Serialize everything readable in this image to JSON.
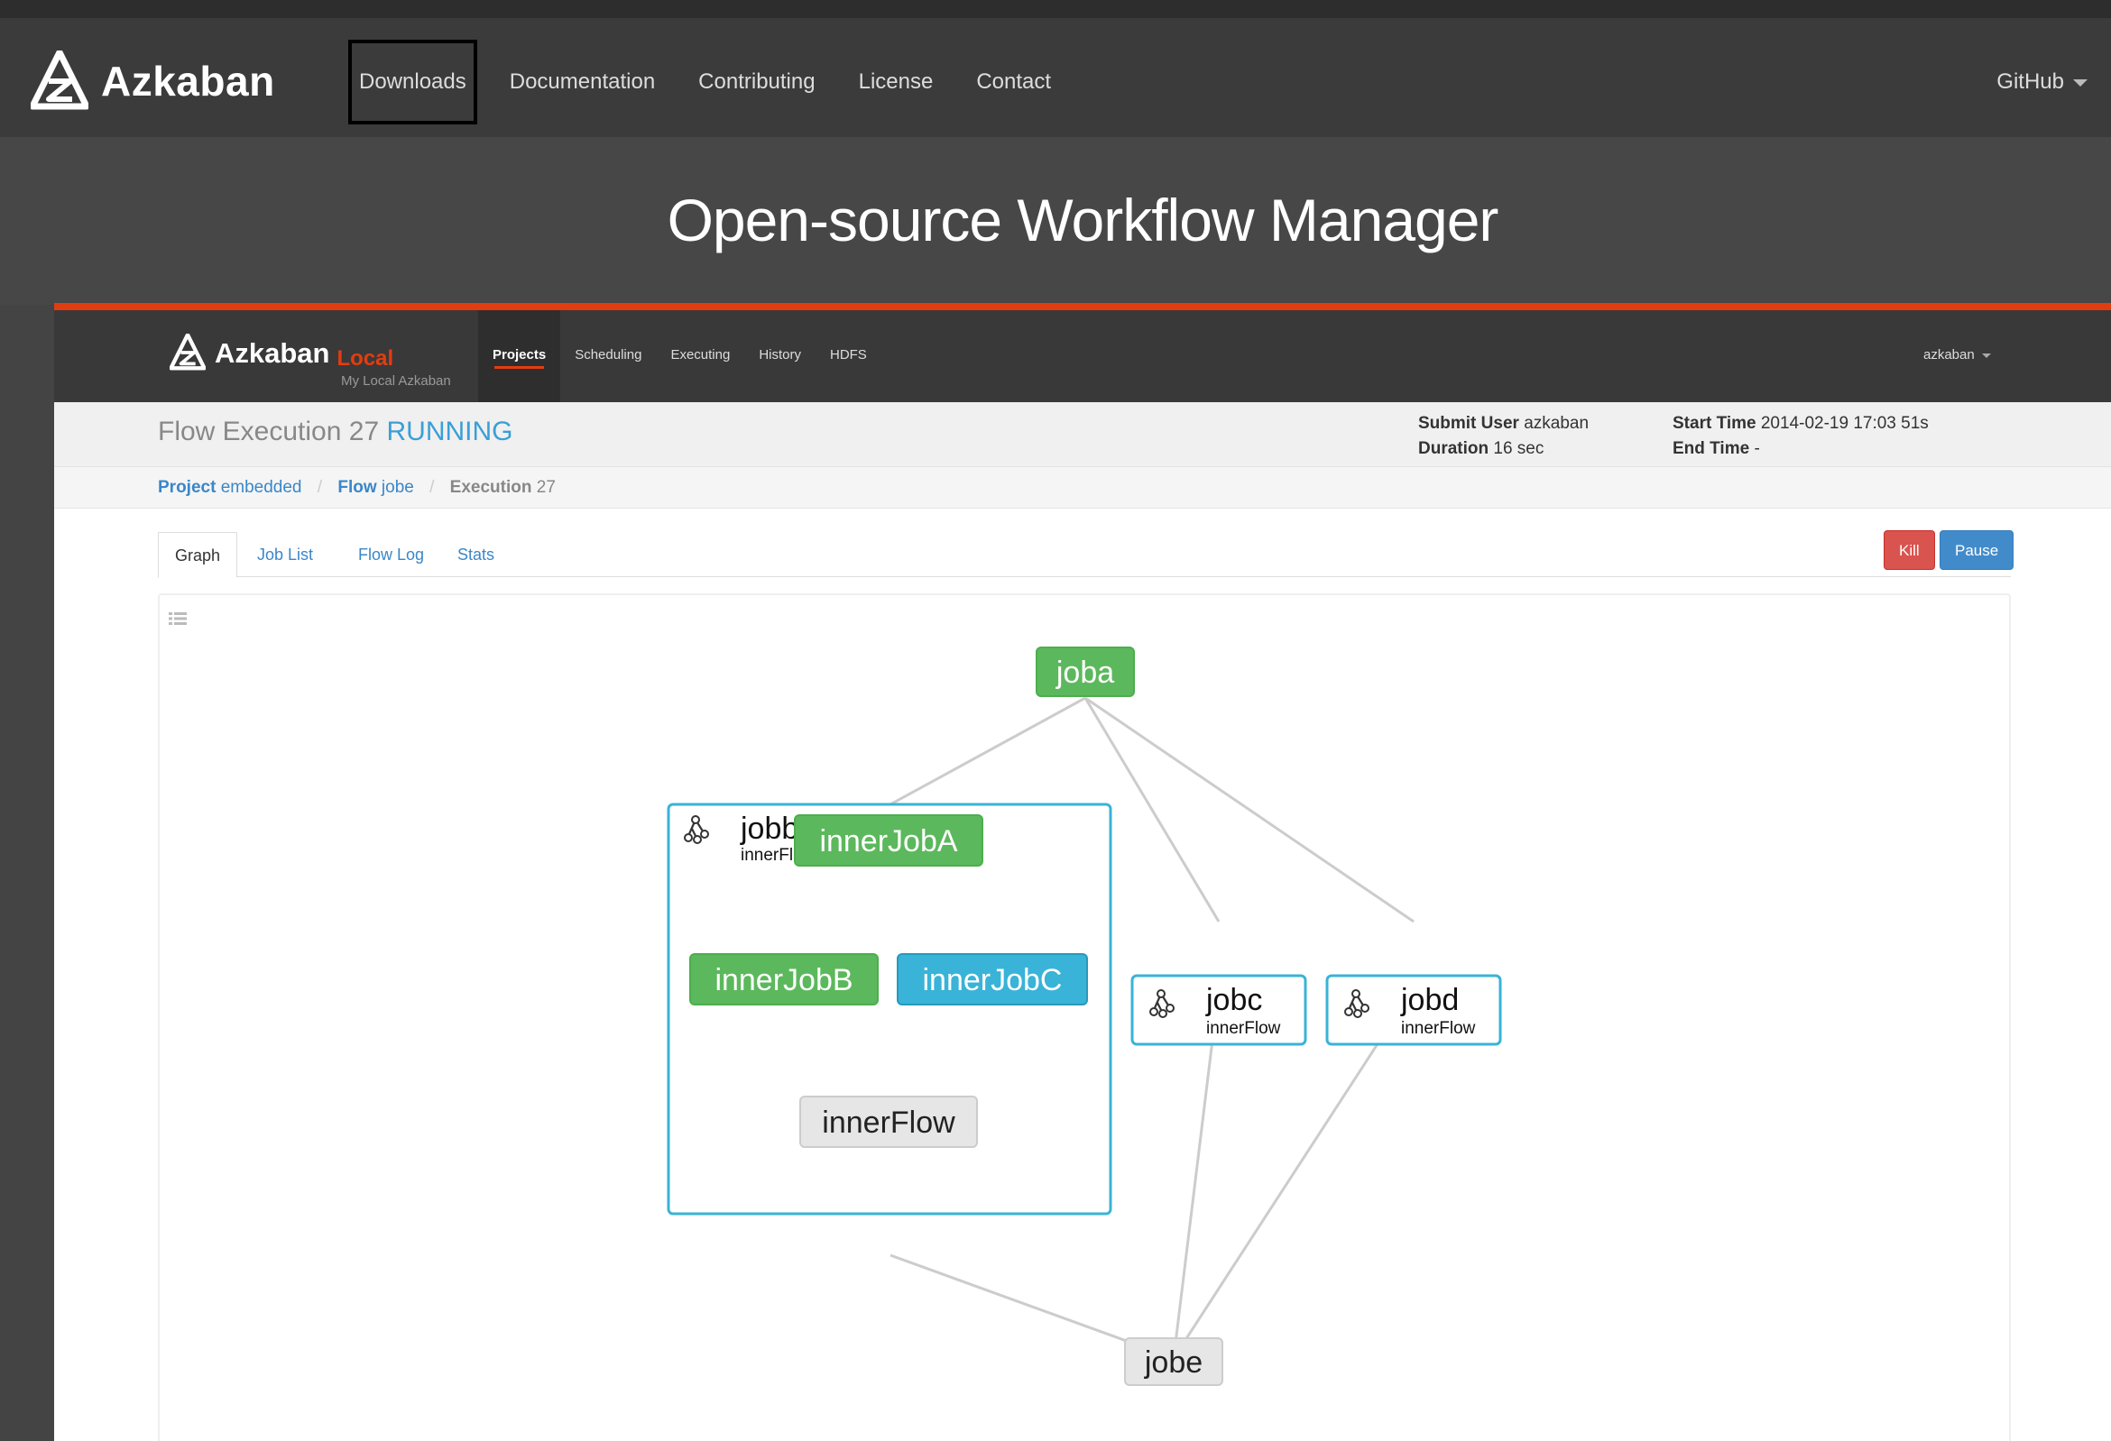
{
  "site": {
    "brand": "Azkaban",
    "nav": [
      "Downloads",
      "Documentation",
      "Contributing",
      "License",
      "Contact"
    ],
    "github": "GitHub",
    "hero_title": "Open-source Workflow Manager"
  },
  "app": {
    "brand": "Azkaban",
    "env": "Local",
    "env_sub": "My Local Azkaban",
    "nav": [
      "Projects",
      "Scheduling",
      "Executing",
      "History",
      "HDFS"
    ],
    "active_nav": "Projects",
    "user": "azkaban"
  },
  "execution": {
    "title_prefix": "Flow Execution 27",
    "status": "RUNNING",
    "submit_user_label": "Submit User",
    "submit_user": "azkaban",
    "duration_label": "Duration",
    "duration": "16 sec",
    "start_time_label": "Start Time",
    "start_time": "2014-02-19 17:03 51s",
    "end_time_label": "End Time",
    "end_time": "-"
  },
  "breadcrumb": {
    "project_label": "Project",
    "project": "embedded",
    "flow_label": "Flow",
    "flow": "jobe",
    "execution_label": "Execution",
    "execution": "27"
  },
  "tabs": [
    "Graph",
    "Job List",
    "Flow Log",
    "Stats"
  ],
  "actions": {
    "kill": "Kill",
    "pause": "Pause"
  },
  "colors": {
    "success": "#5cb85c",
    "running": "#39b3d7",
    "ready": "#e6e6e6",
    "accent": "#e23d10"
  },
  "graph": {
    "nodes": {
      "joba": "joba",
      "jobb": "jobb",
      "jobb_sub": "innerFlow",
      "innerJobA": "innerJobA",
      "innerJobB": "innerJobB",
      "innerJobC": "innerJobC",
      "innerFlow": "innerFlow",
      "jobc": "jobc",
      "jobc_sub": "innerFlow",
      "jobd": "jobd",
      "jobd_sub": "innerFlow",
      "jobe": "jobe"
    },
    "status": {
      "joba": "success",
      "innerJobA": "success",
      "innerJobB": "success",
      "innerJobC": "running",
      "innerFlow": "ready",
      "jobe": "ready"
    }
  }
}
